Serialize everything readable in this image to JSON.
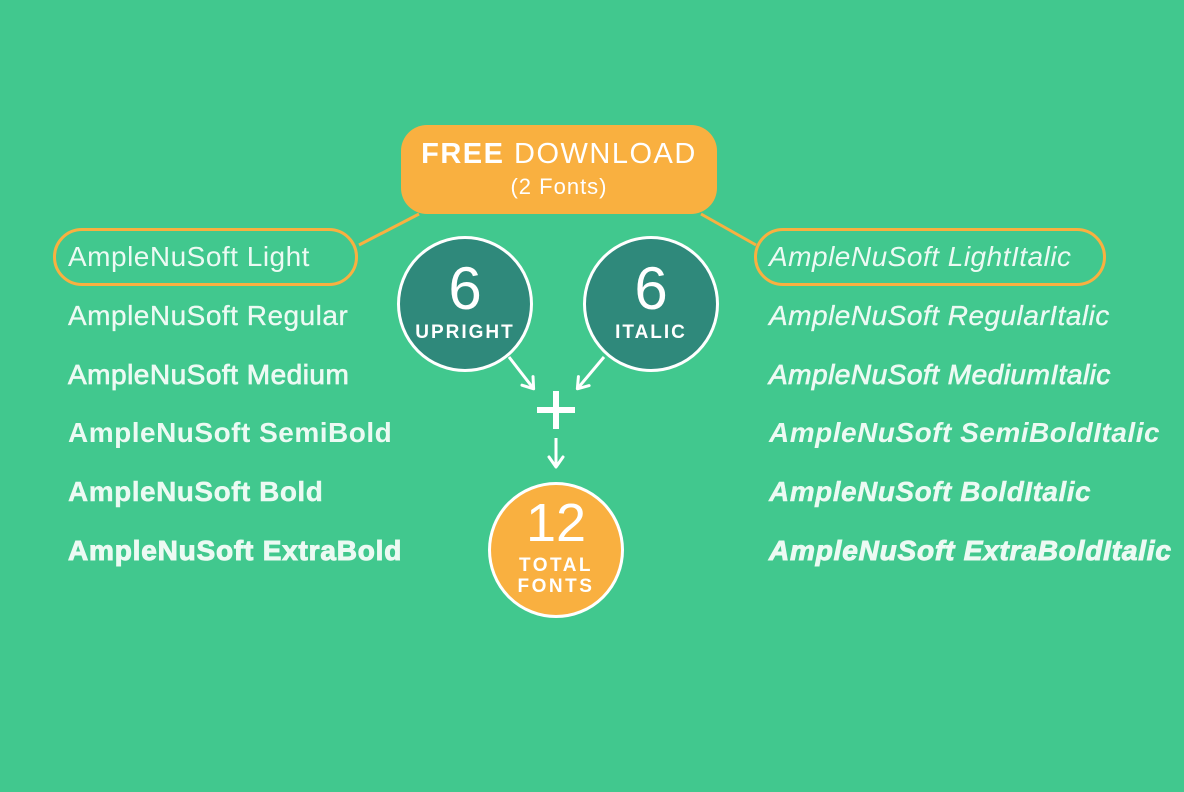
{
  "banner": {
    "title_bold": "FREE",
    "title_regular": "DOWNLOAD",
    "subtitle": "(2 Fonts)"
  },
  "upright_circle": {
    "count": "6",
    "label": "UPRIGHT"
  },
  "italic_circle": {
    "count": "6",
    "label": "ITALIC"
  },
  "plus_sign": "+",
  "total_circle": {
    "count": "12",
    "label_top": "TOTAL",
    "label_bottom": "FONTS"
  },
  "fonts": {
    "upright": [
      "AmpleNuSoft Light",
      "AmpleNuSoft Regular",
      "AmpleNuSoft Medium",
      "AmpleNuSoft SemiBold",
      "AmpleNuSoft Bold",
      "AmpleNuSoft ExtraBold"
    ],
    "italic": [
      "AmpleNuSoft LightItalic",
      "AmpleNuSoft RegularItalic",
      "AmpleNuSoft MediumItalic",
      "AmpleNuSoft SemiBoldItalic",
      "AmpleNuSoft BoldItalic",
      "AmpleNuSoft ExtraBoldItalic"
    ]
  },
  "colors": {
    "background": "#41C88E",
    "accent_orange": "#F9B040",
    "circle_teal": "#2F897B",
    "text_light": "#ECFAF3",
    "white": "#FFFFFF"
  }
}
